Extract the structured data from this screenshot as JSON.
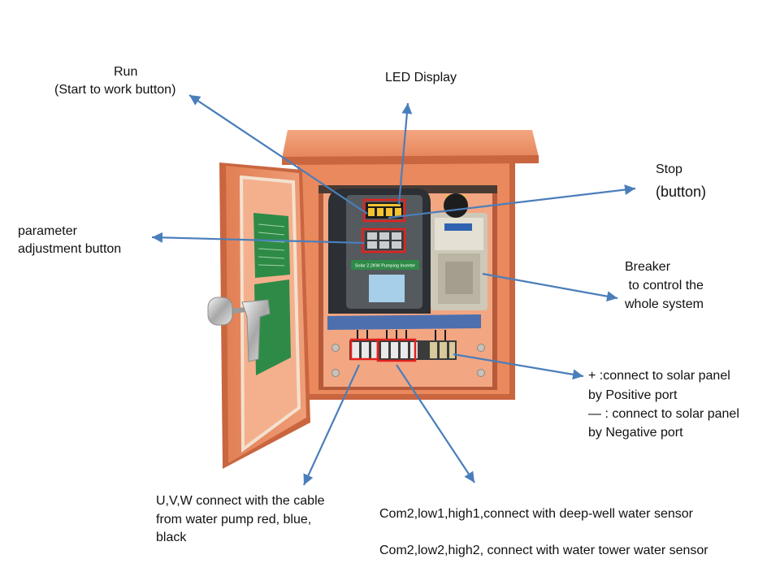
{
  "colors": {
    "arrow": "#4a7ebb",
    "highlight": "#e3211d",
    "enclosure": "#e9895d",
    "enclosure_dark": "#c9653f",
    "label_green": "#2e8b47",
    "text": "#111111"
  },
  "labels": {
    "run": {
      "title": "Run",
      "subtitle": "(Start to work button)"
    },
    "led_display": "LED Display",
    "stop": {
      "title": "Stop",
      "subtitle": "(button)"
    },
    "parameter": {
      "line1": "parameter",
      "line2": "adjustment button"
    },
    "breaker": {
      "line1": "Breaker",
      "line2": " to control the",
      "line3": "whole system"
    },
    "solar_ports": {
      "line1": "+ :connect to solar panel",
      "line2": "by Positive port",
      "line3": "— : connect to solar panel",
      "line4": "by Negative port"
    },
    "uvw": {
      "line1": "U,V,W connect with the cable",
      "line2": "from water pump red, blue,",
      "line3": "black"
    },
    "sensor_deep_well": "Com2,low1,high1,connect with deep-well water sensor",
    "sensor_water_tower": "Com2,low2,high2, connect with water tower water sensor"
  },
  "device": {
    "inverter_label": "Solar 2.2KW Pumping Inverter"
  }
}
